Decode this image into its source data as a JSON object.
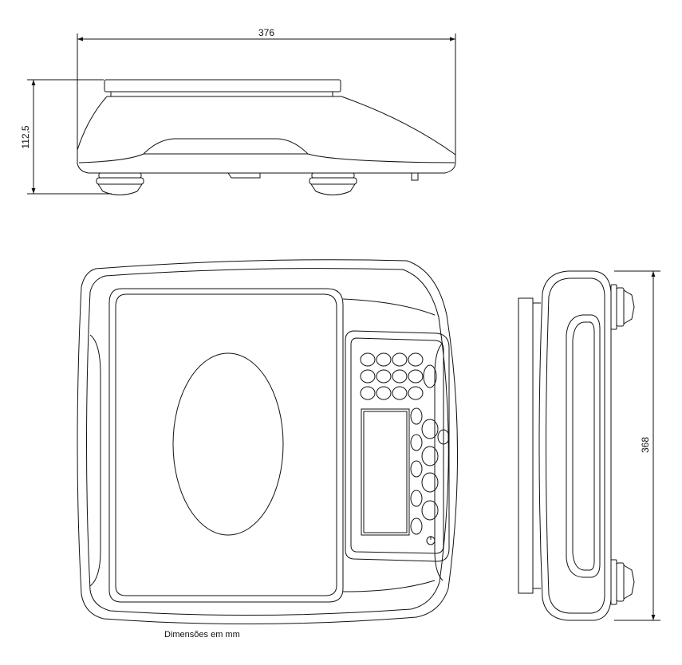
{
  "dimensions": {
    "width_label": "376",
    "height_label": "112,5",
    "depth_label": "368"
  },
  "caption": "Dimensões em mm",
  "colors": {
    "line": "#111111",
    "background": "#ffffff"
  }
}
